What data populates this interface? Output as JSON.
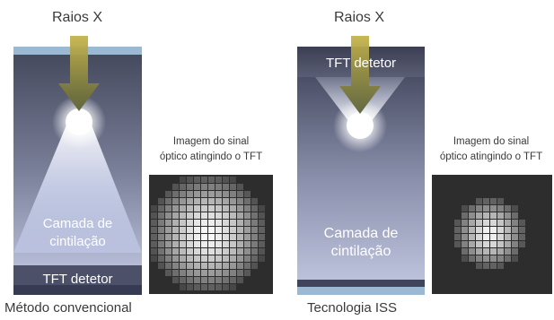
{
  "left_panel": {
    "xray_label": "Raios X",
    "scint_label_line1": "Camada de",
    "scint_label_line2": "cintilação",
    "tft_label": "TFT detetor",
    "caption": "Método convencional",
    "signal_label_line1": "Imagem do sinal",
    "signal_label_line2": "óptico atingindo o TFT"
  },
  "right_panel": {
    "xray_label": "Raios X",
    "tft_label": "TFT detetor",
    "scint_label_line1": "Camada de",
    "scint_label_line2": "cintilação",
    "caption": "Tecnologia ISS",
    "signal_label_line1": "Imagem do sinal",
    "signal_label_line2": "óptico atingindo o TFT"
  },
  "colors": {
    "substrate": "#9cb9d3",
    "tft_layer": "#4c5068",
    "scint_top": "#454a5e",
    "scint_bottom": "#b8bdd8",
    "arrow_top": "#b9a84a",
    "arrow_bottom": "#5a6038",
    "pixel_panel": "#2d2d2d"
  }
}
